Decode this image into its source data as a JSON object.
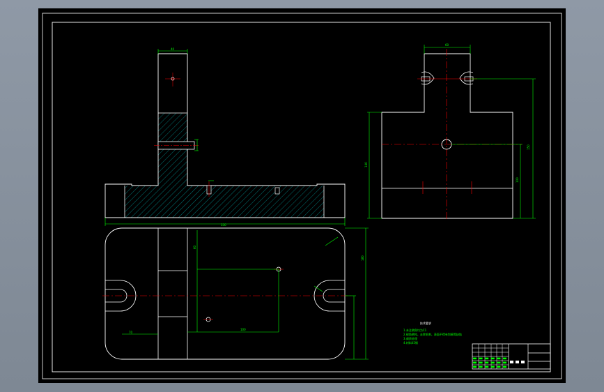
{
  "viewer": {
    "background": "#000000",
    "frame_color": "#ffffff",
    "outline_color": "#ffffff",
    "dimension_color": "#00ff00",
    "centerline_color": "#ff0000",
    "hatch_color": "#00c8c8"
  },
  "drawing": {
    "front_view": {
      "dim_top": "40",
      "dim_bottom": "330"
    },
    "side_view": {
      "dim_top": "60",
      "dim_right_outer": "150",
      "dim_right_inner": "100",
      "dim_left": "140"
    },
    "top_view": {
      "dim_right": "180",
      "dim_left": "60",
      "dim_bottom_left": "70",
      "dim_bottom_mid": "100"
    },
    "notes": {
      "heading": "技术要求",
      "lines": [
        "1.未注倒角均为C1",
        "2.锐角倒钝，去除毛刺，表面不得有划痕等缺陷",
        "3.调质处理",
        "4.材料45钢"
      ]
    },
    "title_block": {
      "fill_color": "#00ff00"
    }
  }
}
